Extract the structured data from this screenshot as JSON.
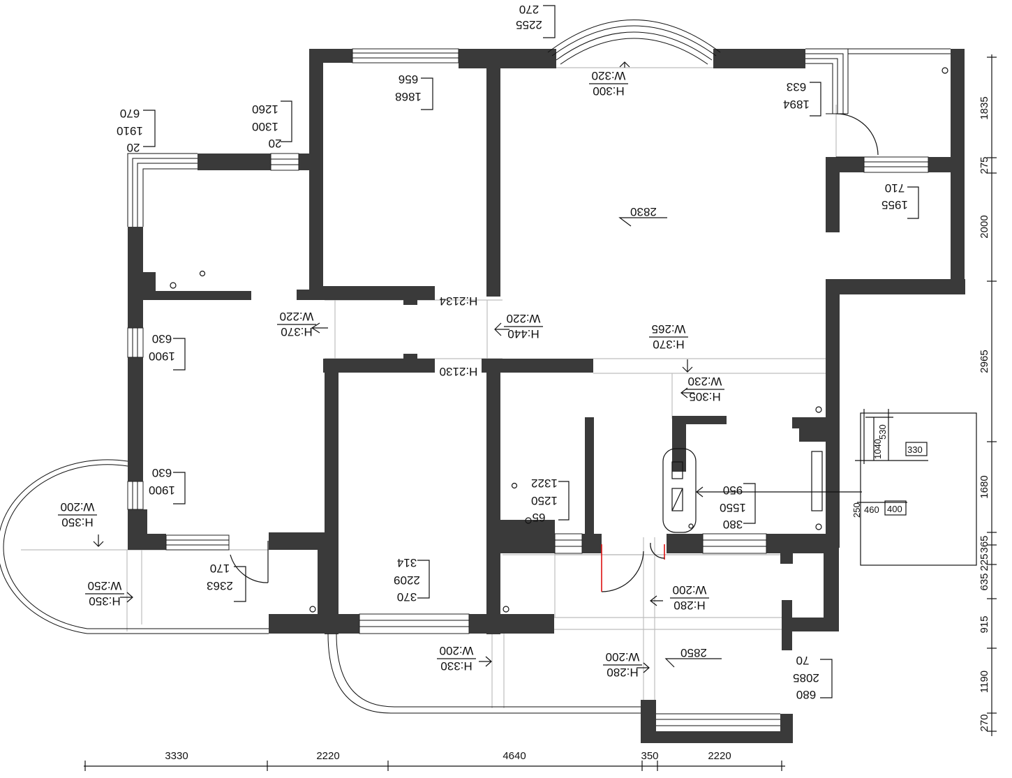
{
  "room_areas": [
    "2830",
    "2850"
  ],
  "openings": [
    {
      "h": "H:300",
      "w": "W:320"
    },
    {
      "h": "H:370",
      "w": "W:220"
    },
    {
      "h": "H:440",
      "w": "W:220"
    },
    {
      "h": "H:370",
      "w": "W:265"
    },
    {
      "h": "H:305",
      "w": "W:230"
    },
    {
      "h": "H:350",
      "w": "W:200"
    },
    {
      "h": "H:350",
      "w": "W:250"
    },
    {
      "h": "H:280",
      "w": "W:200"
    },
    {
      "h": "H:330",
      "w": "W:200"
    },
    {
      "h": "H:280",
      "w": "W:200"
    }
  ],
  "heights": [
    "H:2134",
    "H:2130"
  ],
  "window_stacks": [
    [
      "2255",
      "270"
    ],
    [
      "1868",
      "656"
    ],
    [
      "1300",
      "1260",
      "20"
    ],
    [
      "1910",
      "670",
      "20"
    ],
    [
      "1894",
      "633"
    ],
    [
      "1955",
      "710"
    ],
    [
      "1900",
      "630"
    ],
    [
      "1900",
      "630"
    ],
    [
      "1250",
      "1322",
      "65"
    ],
    [
      "1550",
      "950",
      "380"
    ],
    [
      "2363",
      "170"
    ],
    [
      "2209",
      "314",
      "370"
    ],
    [
      "2085",
      "70",
      "680"
    ]
  ],
  "inset_labels": [
    "330",
    "400",
    "250",
    "460",
    "530",
    "1040"
  ],
  "dims_bottom": [
    "3330",
    "2220",
    "4640",
    "350",
    "2220"
  ],
  "dims_right": [
    "1835",
    "275",
    "2000",
    "2965",
    "1680",
    "225",
    "365",
    "635",
    "915",
    "1190",
    "270"
  ]
}
